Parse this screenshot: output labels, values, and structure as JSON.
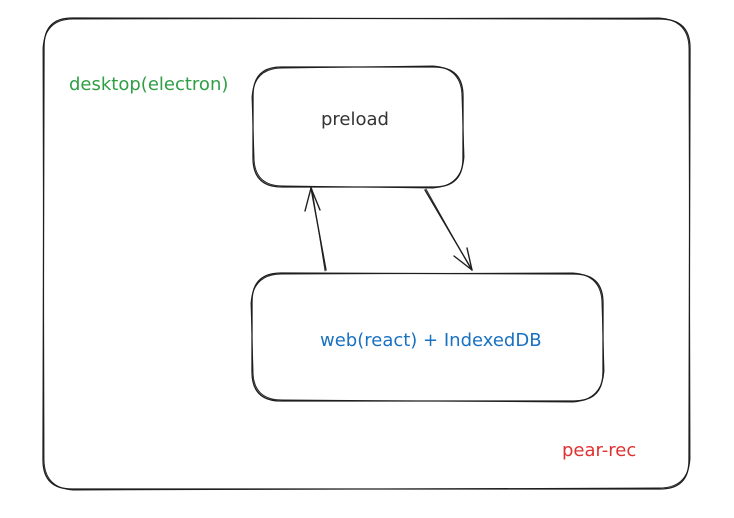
{
  "outer": {
    "label": "desktop(electron)",
    "label_color": "#2f9e44"
  },
  "preload": {
    "label": "preload",
    "label_color": "#333333"
  },
  "web": {
    "label": "web(react) + IndexedDB",
    "label_color": "#1971c2"
  },
  "corner": {
    "label": "pear-rec",
    "label_color": "#e03131"
  },
  "stroke_color": "#1e1e1e",
  "arrows": [
    {
      "from": "web",
      "to": "preload"
    },
    {
      "from": "preload",
      "to": "web"
    }
  ]
}
